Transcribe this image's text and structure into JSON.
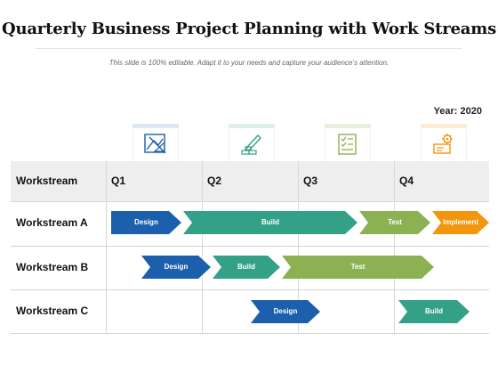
{
  "title": "Quarterly Business Project Planning with Work Streams",
  "subtitle": "This slide is 100% editable. Adapt it to your needs and capture your audience’s attention.",
  "year": "Year: 2020",
  "colors": {
    "blue": "#1b5fad",
    "teal": "#33a187",
    "olive": "#8bb152",
    "orange": "#f4950e",
    "icon_blue_bar": "#dbe7f3",
    "icon_teal_bar": "#dcefe9",
    "icon_green_bar": "#e7f0dc",
    "icon_orange_bar": "#fdebd2"
  },
  "icons": [
    "blueprint-icon",
    "pencil-brick-icon",
    "checklist-icon",
    "gear-board-icon"
  ],
  "table": {
    "header": "Workstream",
    "quarters": [
      "Q1",
      "Q2",
      "Q3",
      "Q4"
    ],
    "rows": [
      {
        "label": "Workstream A",
        "tasks": [
          {
            "label": "Design",
            "color": "blue"
          },
          {
            "label": "Build",
            "color": "teal"
          },
          {
            "label": "Test",
            "color": "olive"
          },
          {
            "label": "Implement",
            "color": "orange"
          }
        ]
      },
      {
        "label": "Workstream B",
        "tasks": [
          {
            "label": "Design",
            "color": "blue"
          },
          {
            "label": "Build",
            "color": "teal"
          },
          {
            "label": "Test",
            "color": "olive"
          }
        ]
      },
      {
        "label": "Workstream C",
        "tasks": [
          {
            "label": "Design",
            "color": "blue"
          },
          {
            "label": "Build",
            "color": "teal"
          }
        ]
      }
    ]
  }
}
